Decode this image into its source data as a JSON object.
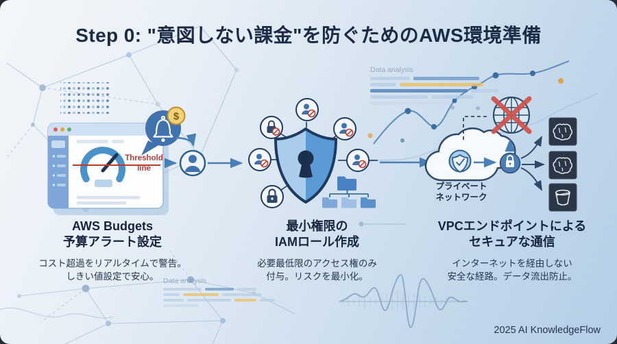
{
  "title": "Step 0: \"意図しない課金\"を防ぐためのAWS環境準備",
  "background": {
    "data_analysis_top": "Data analysis",
    "data_analysis_bottom": "Data analysis"
  },
  "flow": {
    "budgets": {
      "heading1": "AWS Budgets",
      "heading2": "予算アラート設定",
      "desc1": "コスト超過をリアルタイムで警告。",
      "desc2": "しきい値設定で安心。",
      "threshold1": "Threshold",
      "threshold2": "line",
      "coin_symbol": "$"
    },
    "iam": {
      "heading1": "最小権限の",
      "heading2": "IAMロール作成",
      "desc1": "必要最低限のアクセス権のみ",
      "desc2": "付与。リスクを最小化。"
    },
    "vpc": {
      "heading1": "VPCエンドポイントによる",
      "heading2": "セキュアな通信",
      "desc1": "インターネットを経由しない",
      "desc2": "安全な経路。データ流出防止。",
      "cloud_label1": "プライベート",
      "cloud_label2": "ネットワーク"
    }
  },
  "footer": {
    "credit": "2025 AI KnowledgeFlow"
  },
  "colors": {
    "accent_blue": "#3f72af",
    "navy_text": "#1b2b45",
    "alert_red": "#c0392b",
    "coin_yellow": "#f3d276",
    "panel_dark": "#2b3647",
    "shield_blue": "#5b9bd5"
  }
}
